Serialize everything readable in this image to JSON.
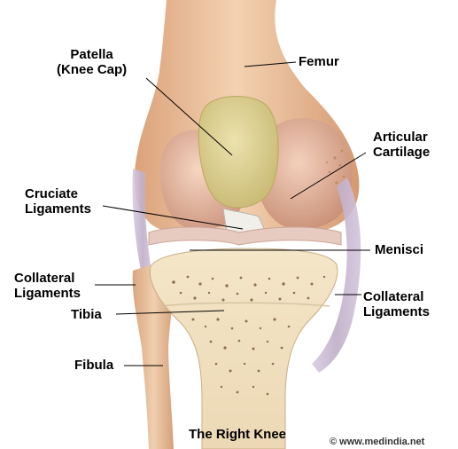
{
  "labels": {
    "patella_line1": "Patella",
    "patella_line2": "(Knee Cap)",
    "femur": "Femur",
    "articular_line1": "Articular",
    "articular_line2": "Cartilage",
    "cruciate_line1": "Cruciate",
    "cruciate_line2": "Ligaments",
    "menisci": "Menisci",
    "collateral_left_line1": "Collateral",
    "collateral_left_line2": "Ligaments",
    "collateral_right_line1": "Collateral",
    "collateral_right_line2": "Ligaments",
    "tibia": "Tibia",
    "fibula": "Fibula"
  },
  "caption": "The Right Knee",
  "credit": "© www.medindia.net",
  "colors": {
    "bone": "#e8b98c",
    "bone_light": "#f6dcc0",
    "tibia_bone": "#f1e2c4",
    "marrow": "#6e4a2a",
    "patella": "#d9cc93",
    "ligament": "#c9b8cf",
    "meniscus": "#e7c9bd",
    "leader_line": "#000000"
  }
}
